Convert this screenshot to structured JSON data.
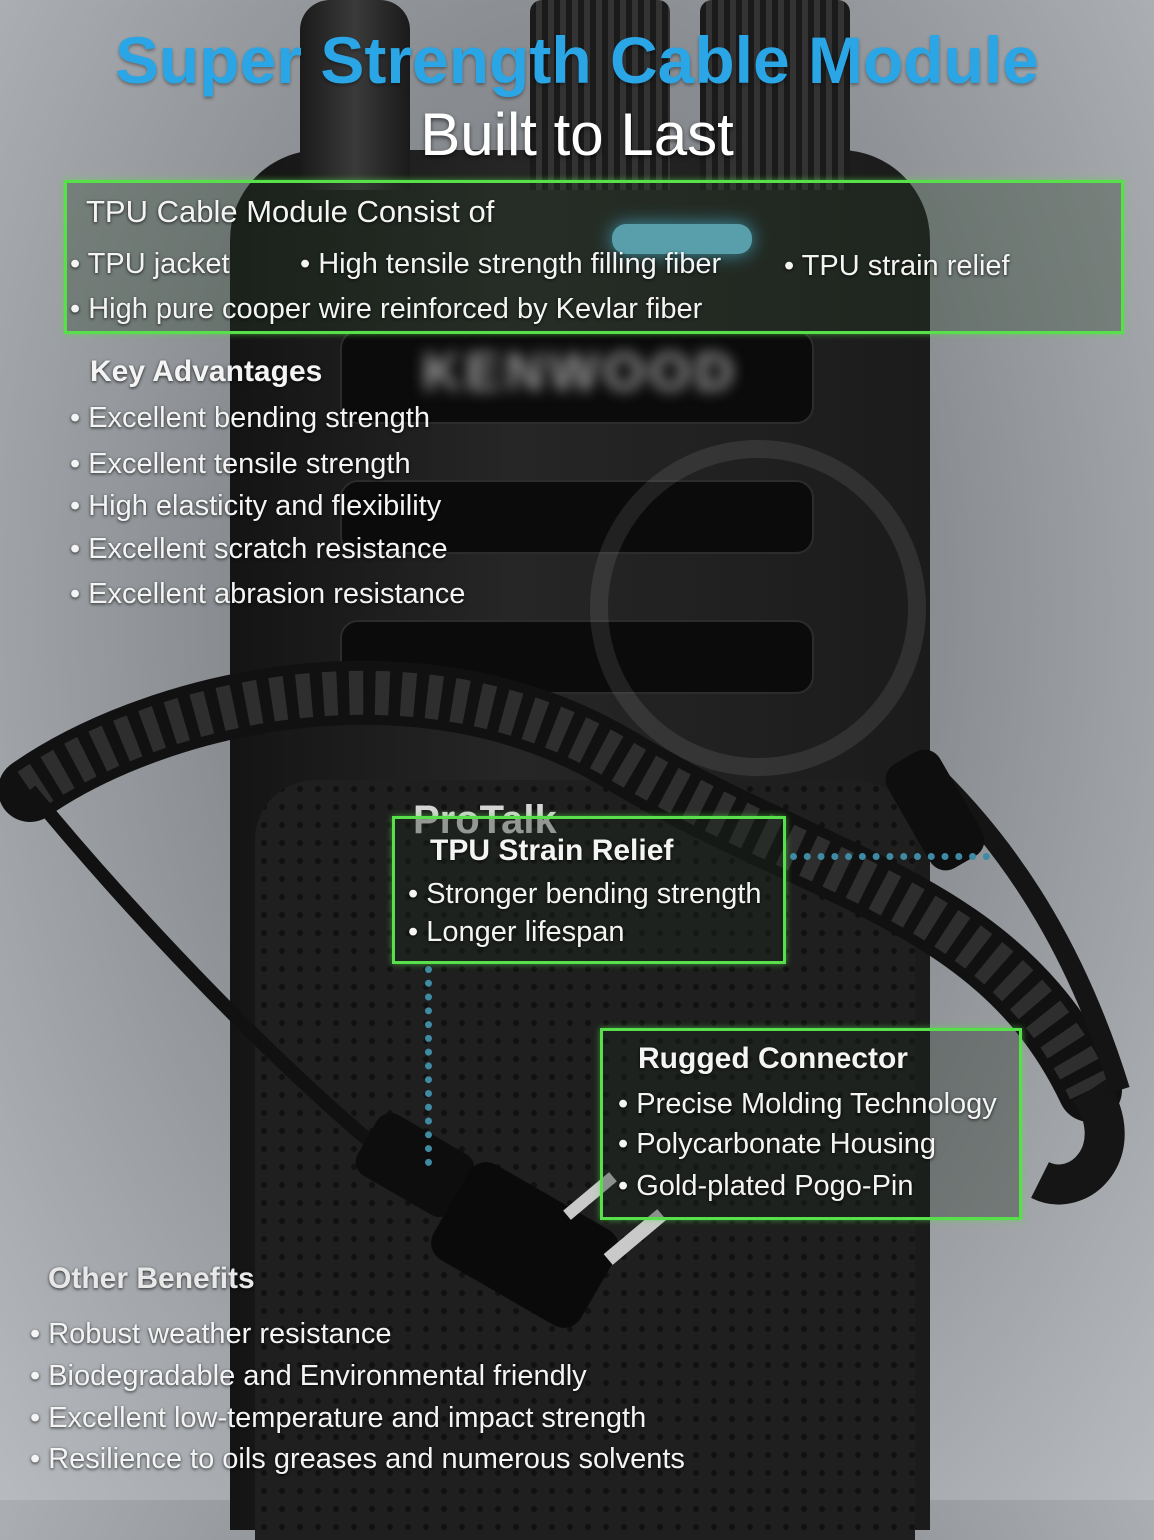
{
  "title": "Super Strength Cable Module",
  "subtitle": "Built to Last",
  "tpu_module": {
    "heading": "TPU Cable Module Consist of",
    "items": [
      "• TPU jacket",
      "• High tensile strength filling fiber",
      "• TPU strain relief",
      "• High pure cooper wire reinforced by Kevlar fiber"
    ]
  },
  "key_advantages": {
    "heading": "Key Advantages",
    "items": [
      "• Excellent bending strength",
      "• Excellent tensile strength",
      "• High elasticity and flexibility",
      "• Excellent scratch resistance",
      "• Excellent abrasion resistance"
    ]
  },
  "strain_relief": {
    "heading": "TPU Strain Relief",
    "items": [
      "• Stronger bending strength",
      "• Longer lifespan"
    ]
  },
  "rugged_connector": {
    "heading": "Rugged Connector",
    "items": [
      "• Precise Molding Technology",
      "• Polycarbonate Housing",
      "• Gold-plated Pogo-Pin"
    ]
  },
  "other_benefits": {
    "heading": "Other Benefits",
    "items": [
      "• Robust weather resistance",
      "• Biodegradable and Environmental friendly",
      "• Excellent low-temperature and impact strength",
      "• Resilience to oils greases and numerous solvents"
    ]
  },
  "device_labels": {
    "brand": "KENWOOD",
    "model": "ProTalk"
  },
  "colors": {
    "title": "#2aa6e6",
    "box_border": "#58e04a",
    "connector_dots": "#3f8ba3",
    "status_led": "#74d3f2"
  }
}
